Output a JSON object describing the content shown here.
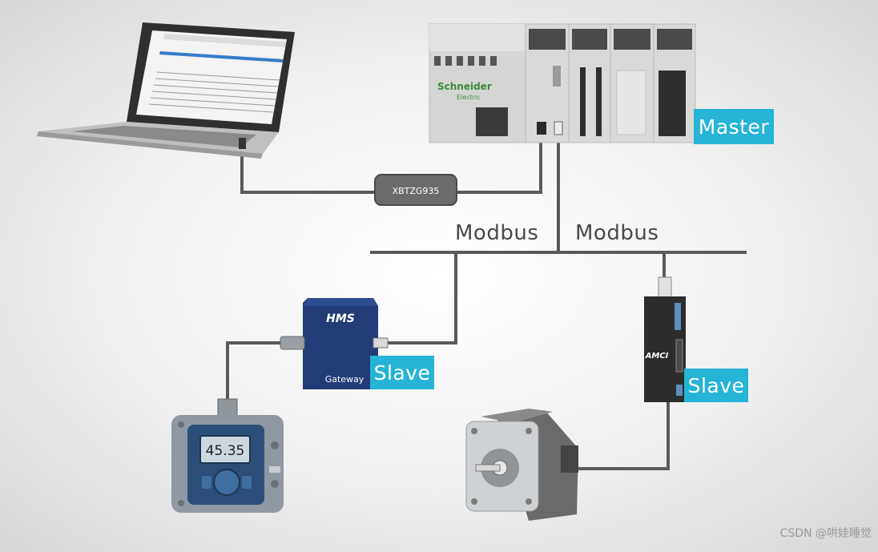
{
  "labels": {
    "master": "Master",
    "slave_gateway": "Slave",
    "slave_drive": "Slave",
    "bus_left": "Modbus",
    "bus_right": "Modbus",
    "cable_adapter": "XBTZG935",
    "plc_brand": "Schneider",
    "plc_brand_sub": "Electric",
    "gateway_brand": "HMS",
    "gateway_name": "Gateway",
    "drive_brand": "AMCI",
    "meter_reading": "45.35"
  },
  "watermark": "CSDN @哄娃睡觉",
  "colors": {
    "accent": "#25b3d6",
    "cable": "#5a5a5a",
    "gateway": "#233c78"
  },
  "icons": {
    "laptop": "laptop-icon",
    "plc": "plc-rack-icon",
    "gateway": "gateway-icon",
    "drive": "stepper-drive-icon",
    "meter": "panel-meter-icon",
    "motor": "stepper-motor-icon"
  }
}
